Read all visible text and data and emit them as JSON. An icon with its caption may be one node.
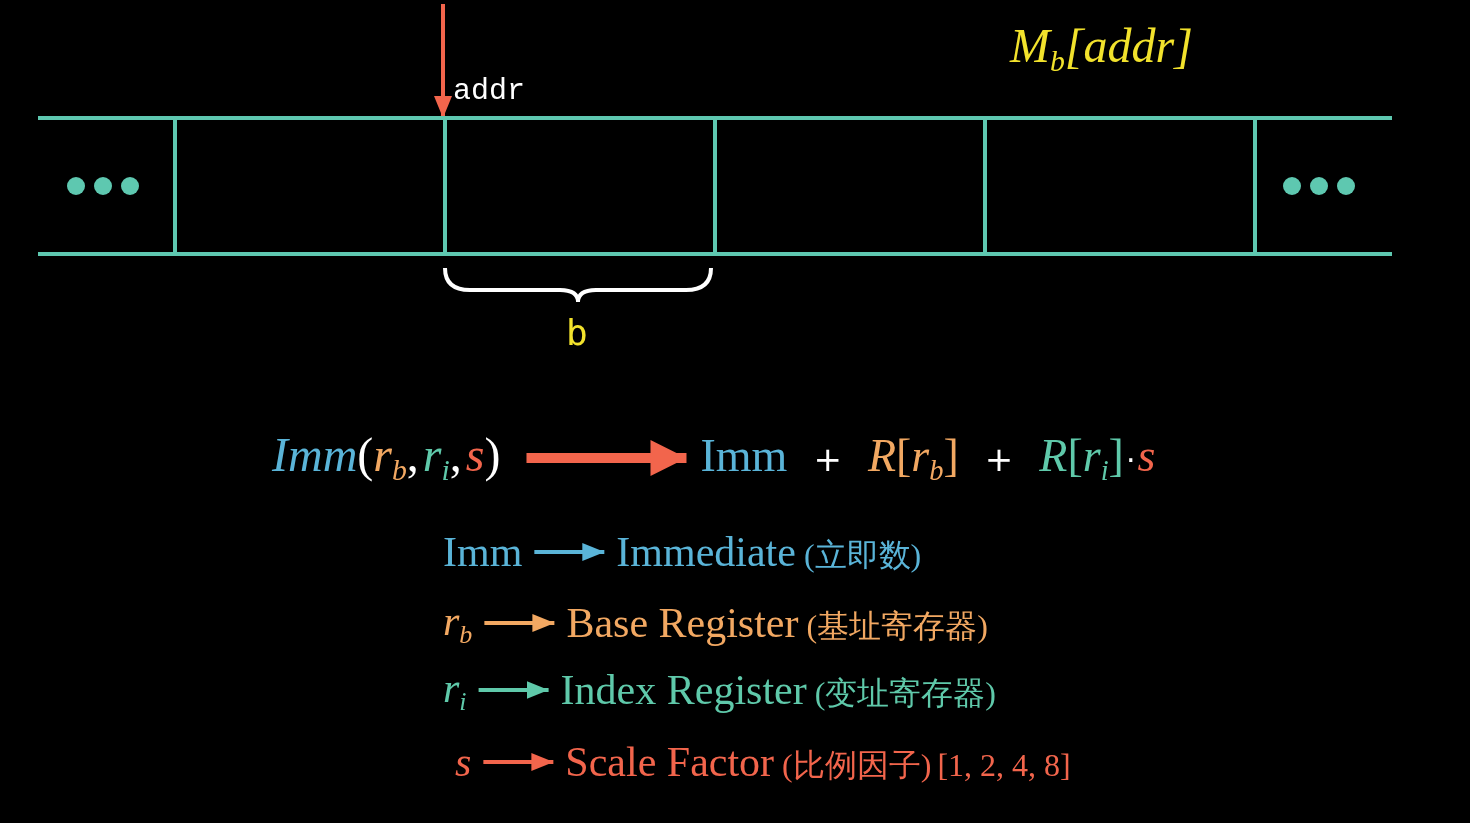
{
  "diagram": {
    "nodes": [
      {
        "text": [],
        "shape": "box"
      },
      {
        "text": [],
        "shape": "box"
      },
      {
        "text": [],
        "shape": "box"
      },
      {
        "text": [],
        "shape": "box"
      },
      {
        "text": [],
        "shape": "box"
      },
      {
        "text": [],
        "shape": "box"
      },
      {
        "text": [
          "Imm",
          "(",
          "r$_{b}$",
          ",",
          "r$_{i}$",
          ",",
          "s",
          ")"
        ]
      },
      {
        "text": [
          "Imm",
          "+",
          "*R*[*r*$_{b}$]",
          "+",
          "*R*[*r*$_{i}$]",
          "·",
          "*s*"
        ]
      },
      {
        "text": [
          "Imm"
        ]
      },
      {
        "text": [
          "Immediate",
          "(立即数)"
        ]
      },
      {
        "text": [
          "r$_{b}$"
        ]
      },
      {
        "text": [
          "Base Register",
          "(基址寄存器)"
        ]
      },
      {
        "text": [
          "r$_{i}$"
        ]
      },
      {
        "text": [
          "Index Register",
          "(变址寄存器)"
        ]
      },
      {
        "text": [
          "s"
        ]
      },
      {
        "text": [
          "Scale Factor",
          "(比例因子)",
          "[1, 2, 4, 8]"
        ]
      }
    ],
    "edges": [
      {
        "from": null,
        "to": 2,
        "arrow": "to",
        "label": "addr"
      },
      {
        "from": 6,
        "to": 7,
        "arrow": "to",
        "style": "thick"
      },
      {
        "from": 8,
        "to": 9,
        "arrow": "to",
        "color": "#5ab4d8"
      },
      {
        "from": 10,
        "to": 11,
        "arrow": "to",
        "color": "#f2a862"
      },
      {
        "from": 12,
        "to": 13,
        "arrow": "to",
        "color": "#5fc9aa"
      },
      {
        "from": 14,
        "to": 15,
        "arrow": "to"
      }
    ],
    "labels": [
      "M$_{b}$[addr]",
      "b"
    ]
  }
}
